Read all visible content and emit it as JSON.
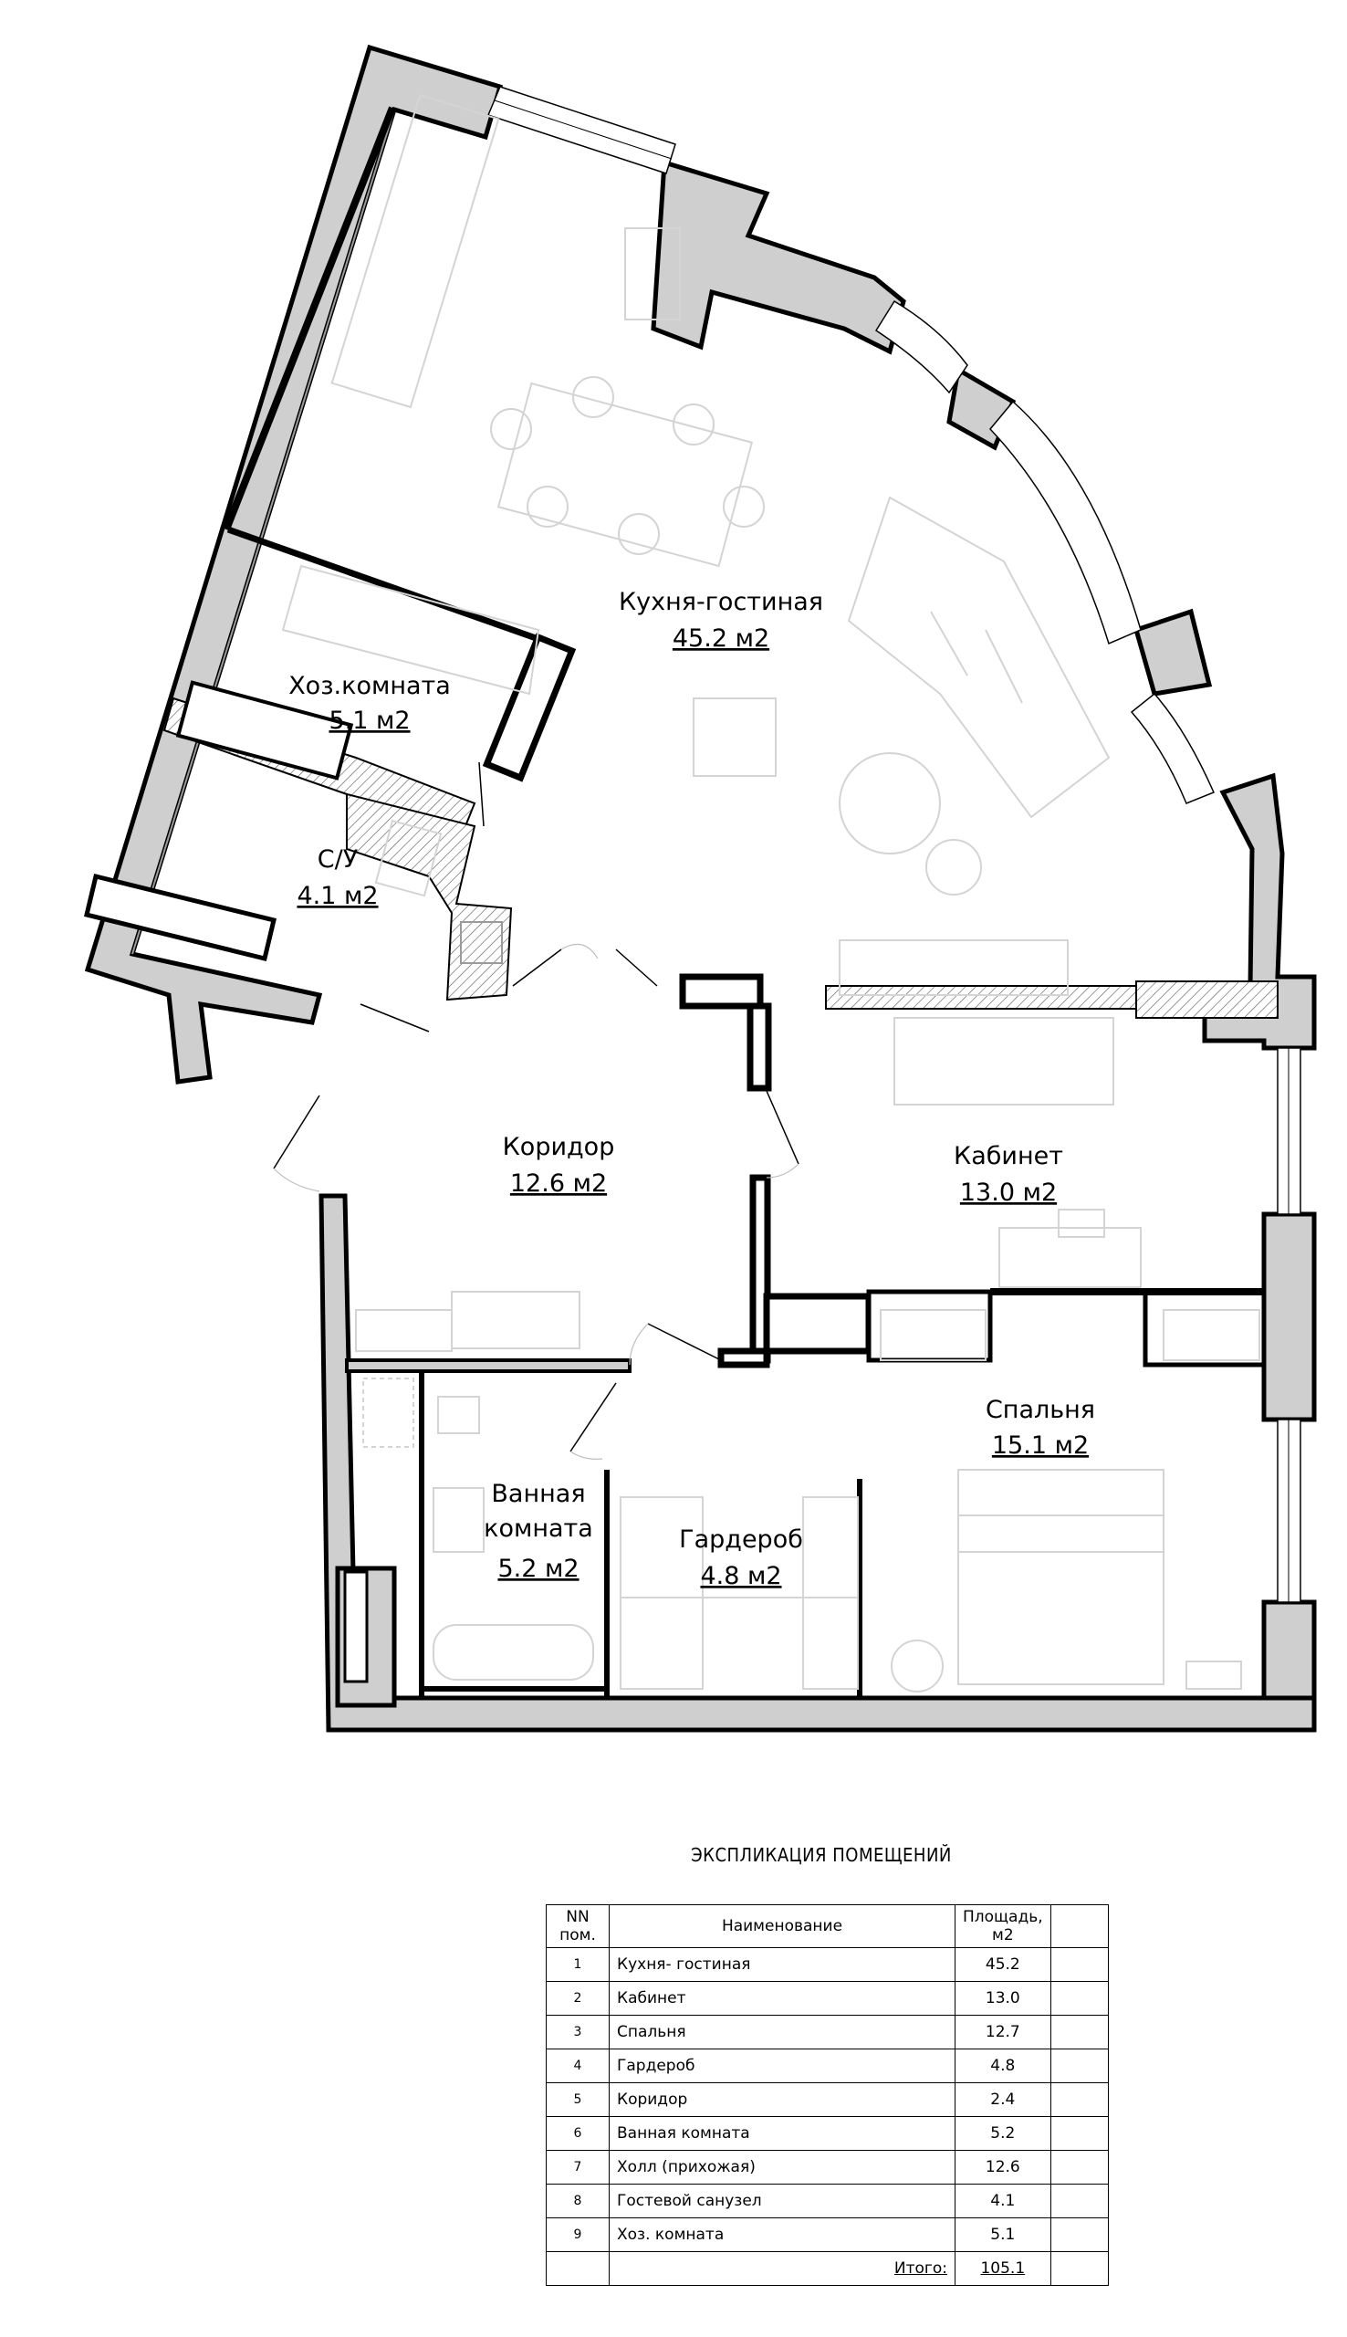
{
  "rooms": [
    {
      "key": "kitchen",
      "name": "Кухня-гостиная",
      "area": "45.2 м2"
    },
    {
      "key": "utility",
      "name": "Хоз.комната",
      "area": "5.1 м2"
    },
    {
      "key": "wc",
      "name": "С/У",
      "area": "4.1 м2"
    },
    {
      "key": "corridor",
      "name": "Коридор",
      "area": "12.6 м2"
    },
    {
      "key": "study",
      "name": "Кабинет",
      "area": "13.0 м2"
    },
    {
      "key": "bedroom",
      "name": "Спальня",
      "area": "15.1 м2"
    },
    {
      "key": "bathroom",
      "name_line1": "Ванная",
      "name_line2": "комната",
      "area": "5.2 м2"
    },
    {
      "key": "wardrobe",
      "name": "Гардероб",
      "area": "4.8 м2"
    }
  ],
  "explication": {
    "title": "ЭКСПЛИКАЦИЯ ПОМЕЩЕНИЙ",
    "headers": {
      "num": "NN пом.",
      "name": "Наименование",
      "area_line1": "Площадь,",
      "area_line2": "м2"
    },
    "rows": [
      {
        "num": "1",
        "name": "Кухня- гостиная",
        "area": "45.2"
      },
      {
        "num": "2",
        "name": "Кабинет",
        "area": "13.0"
      },
      {
        "num": "3",
        "name": "Спальня",
        "area": "12.7"
      },
      {
        "num": "4",
        "name": "Гардероб",
        "area": "4.8"
      },
      {
        "num": "5",
        "name": "Коридор",
        "area": "2.4"
      },
      {
        "num": "6",
        "name": "Ванная комната",
        "area": "5.2"
      },
      {
        "num": "7",
        "name": "Холл (прихожая)",
        "area": "12.6"
      },
      {
        "num": "8",
        "name": "Гостевой санузел",
        "area": "4.1"
      },
      {
        "num": "9",
        "name": "Хоз. комната",
        "area": "5.1"
      }
    ],
    "total_label": "Итого:",
    "total_value": "105.1"
  }
}
